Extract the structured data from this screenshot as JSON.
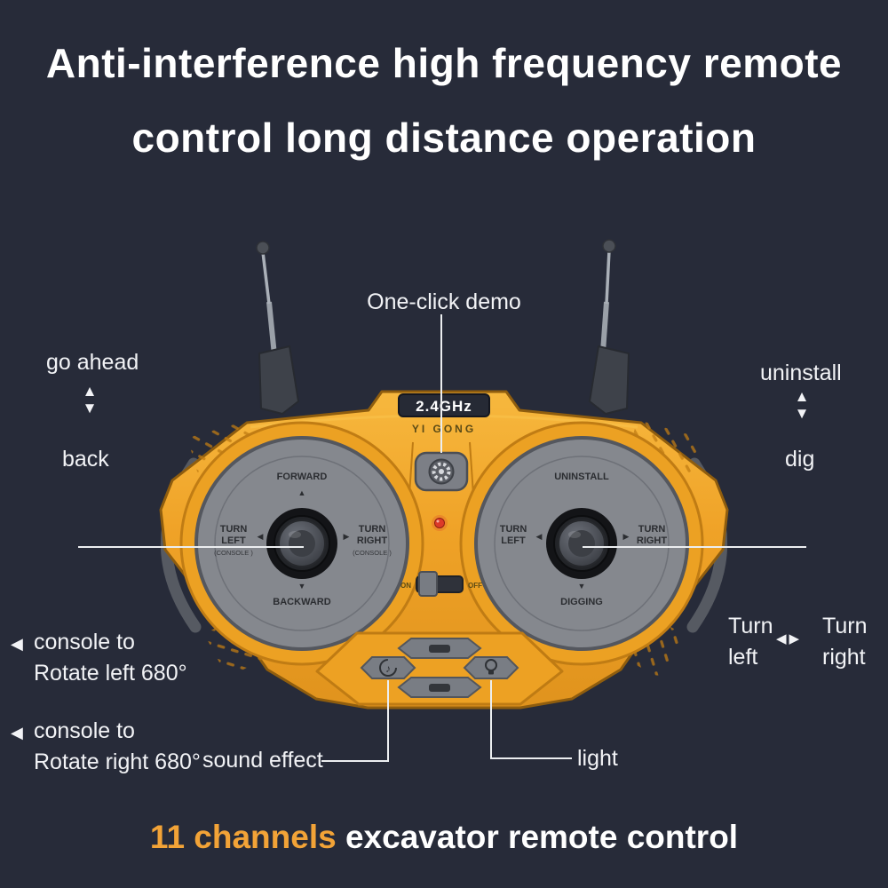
{
  "title": {
    "line1": "Anti-interference high frequency remote",
    "line2": "control long distance operation"
  },
  "remote": {
    "frequency": "2.4GHz",
    "brand": "YI GONG",
    "left_pad": {
      "top": "FORWARD",
      "bottom": "BACKWARD",
      "left_line1": "TURN",
      "left_line2": "LEFT",
      "left_sub": "(CONSOLE )",
      "right_line1": "TURN",
      "right_line2": "RIGHT",
      "right_sub": "(CONSOLE )"
    },
    "right_pad": {
      "top": "UNINSTALL",
      "bottom": "DIGGING",
      "left_line1": "TURN",
      "left_line2": "LEFT",
      "right_line1": "TURN",
      "right_line2": "RIGHT"
    },
    "power_switch": {
      "on": "ON",
      "off": "OFF"
    }
  },
  "callouts": {
    "one_click_demo": "One-click demo",
    "go_ahead": "go ahead",
    "back": "back",
    "uninstall": "uninstall",
    "dig": "dig",
    "console_left_line1": "console to",
    "console_left_line2": "Rotate left 680°",
    "console_right_line1": "console to",
    "console_right_line2": "Rotate right 680°",
    "sound_effect": "sound effect",
    "light": "light",
    "turn_left_line1": "Turn",
    "turn_left_line2": "left",
    "turn_right_line1": "Turn",
    "turn_right_line2": "right"
  },
  "footer": {
    "highlight": "11 channels",
    "rest": "excavator remote control"
  },
  "icons": {
    "arrow_up": "▲",
    "arrow_down": "▼",
    "arrow_left": "◀",
    "arrow_right": "▶",
    "music_note": "♪"
  },
  "colors": {
    "background": "#272b39",
    "body_yellow": "#efa227",
    "accent_orange": "#f2a337",
    "pad_gray": "#85888e",
    "callout_line": "#eceef0",
    "led_red": "#dd3a28"
  }
}
